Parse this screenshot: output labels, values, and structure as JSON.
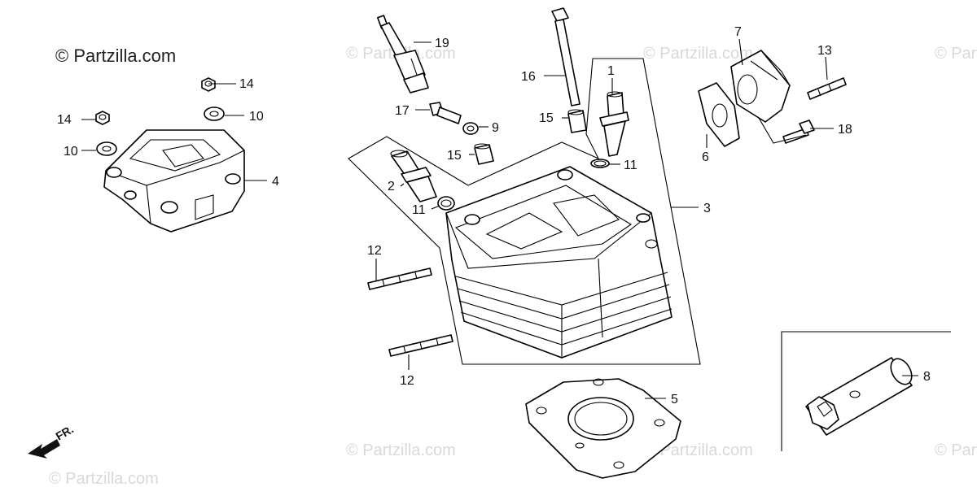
{
  "copyright": "© Partzilla.com",
  "watermark": "© Partzilla.com",
  "front_label": "FR.",
  "callouts": {
    "c1": "1",
    "c2": "2",
    "c3": "3",
    "c4": "4",
    "c5": "5",
    "c6": "6",
    "c7": "7",
    "c8": "8",
    "c9": "9",
    "c10a": "10",
    "c10b": "10",
    "c11a": "11",
    "c11b": "11",
    "c12a": "12",
    "c12b": "12",
    "c13": "13",
    "c14a": "14",
    "c14b": "14",
    "c15a": "15",
    "c15b": "15",
    "c16": "16",
    "c17": "17",
    "c18": "18",
    "c19": "19"
  }
}
